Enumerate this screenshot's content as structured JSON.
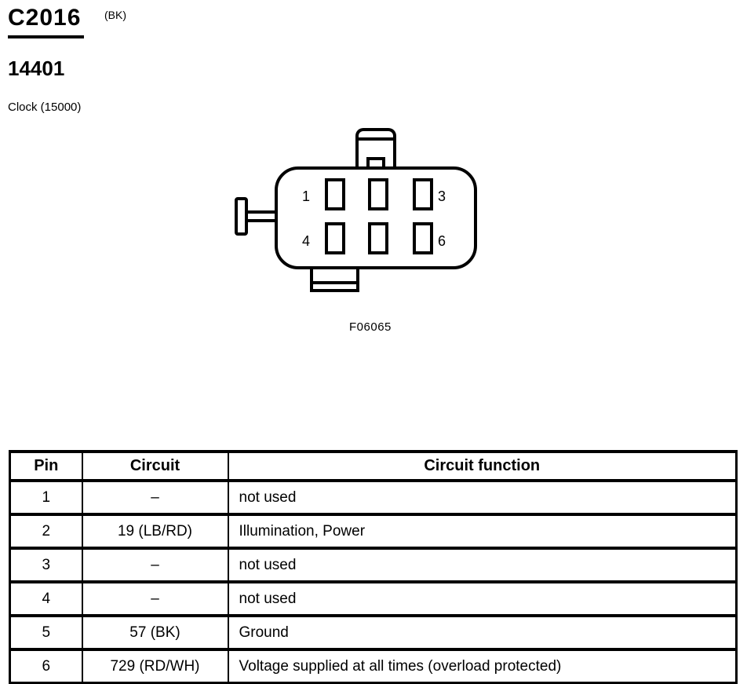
{
  "header": {
    "connector_id": "C2016",
    "color_code": "(BK)",
    "part_number": "14401",
    "component": "Clock (15000)"
  },
  "diagram": {
    "pin_labels": {
      "top_left": "1",
      "top_right": "3",
      "bottom_left": "4",
      "bottom_right": "6"
    },
    "figure_label": "F06065"
  },
  "table": {
    "headers": {
      "pin": "Pin",
      "circuit": "Circuit",
      "function": "Circuit function"
    },
    "rows": [
      {
        "pin": "1",
        "circuit": "–",
        "function": "not used"
      },
      {
        "pin": "2",
        "circuit": "19 (LB/RD)",
        "function": "Illumination, Power"
      },
      {
        "pin": "3",
        "circuit": "–",
        "function": "not used"
      },
      {
        "pin": "4",
        "circuit": "–",
        "function": "not used"
      },
      {
        "pin": "5",
        "circuit": "57 (BK)",
        "function": "Ground"
      },
      {
        "pin": "6",
        "circuit": "729 (RD/WH)",
        "function": "Voltage supplied at all times (overload protected)"
      }
    ]
  },
  "colors": {
    "ink": "#000000",
    "paper": "#ffffff"
  }
}
